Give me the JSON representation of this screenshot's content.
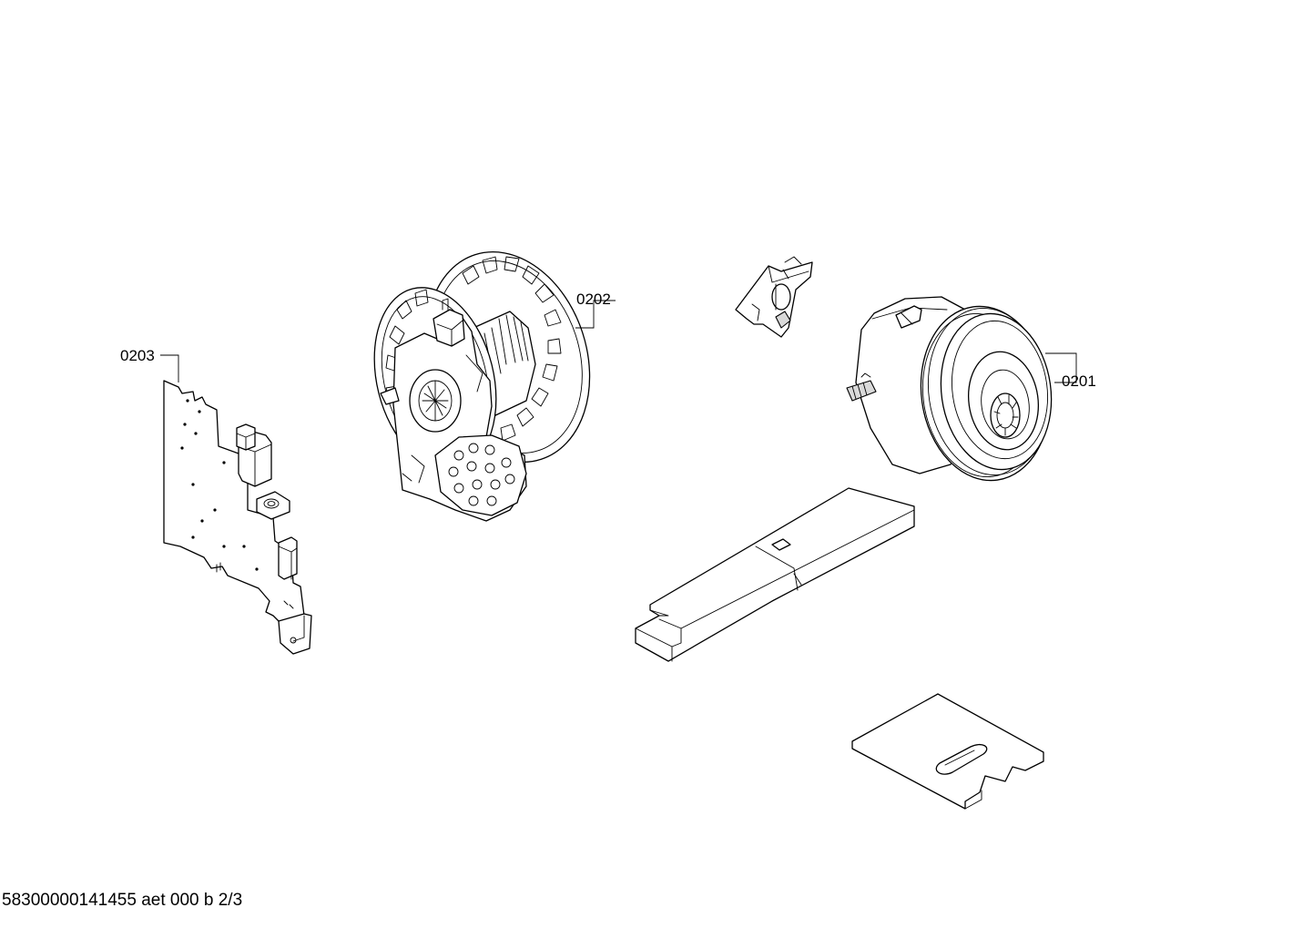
{
  "labels": {
    "part_0201": "0201",
    "part_0202": "0202",
    "part_0203": "0203"
  },
  "footer": "58300000141455 aet 000 b 2/3"
}
